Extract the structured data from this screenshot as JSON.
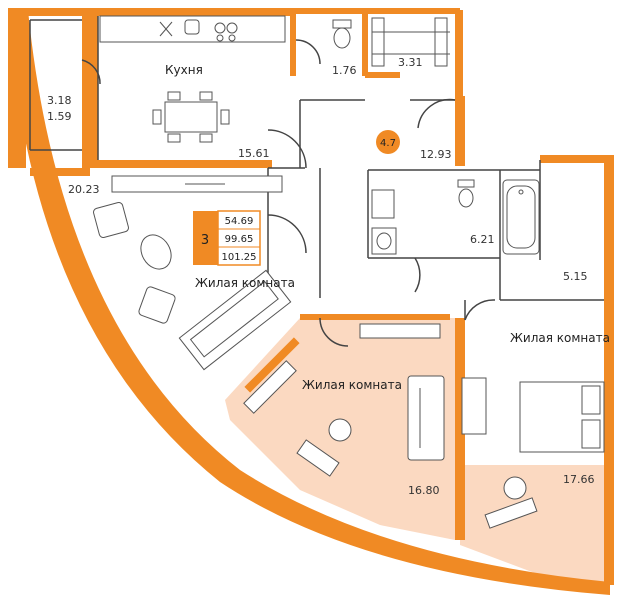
{
  "colors": {
    "wall": "#f08a24",
    "highlight": "#fbd9c1",
    "badge": "#f08a24",
    "line": "#444444"
  },
  "summary": {
    "rooms_count": "3",
    "living_area": "54.69",
    "total_area": "99.65",
    "total_area_with_balcony": "101.25"
  },
  "rooms": {
    "kitchen": {
      "name": "Кухня",
      "area": "15.61"
    },
    "balcony": {
      "area_full": "3.18",
      "area_reduced": "1.59"
    },
    "toilet": {
      "area": "1.76"
    },
    "closet": {
      "area": "3.31"
    },
    "hall": {
      "area": "12.93"
    },
    "corridor_badge": "4.7",
    "bathroom": {
      "area": "6.21"
    },
    "storage": {
      "area": "5.15"
    },
    "living_1": {
      "name": "Жилая комната",
      "area": "20.23"
    },
    "living_2": {
      "name": "Жилая комната",
      "area": "16.80"
    },
    "living_3": {
      "name": "Жилая комната",
      "area": "17.66"
    }
  },
  "furniture_icons": [
    "stove-icon",
    "sink-icon",
    "toilet-icon",
    "bathtub-icon",
    "bed-icon",
    "sofa-icon",
    "desk-icon",
    "chair-icon",
    "wardrobe-icon",
    "dining-table-icon",
    "armchair-icon"
  ]
}
